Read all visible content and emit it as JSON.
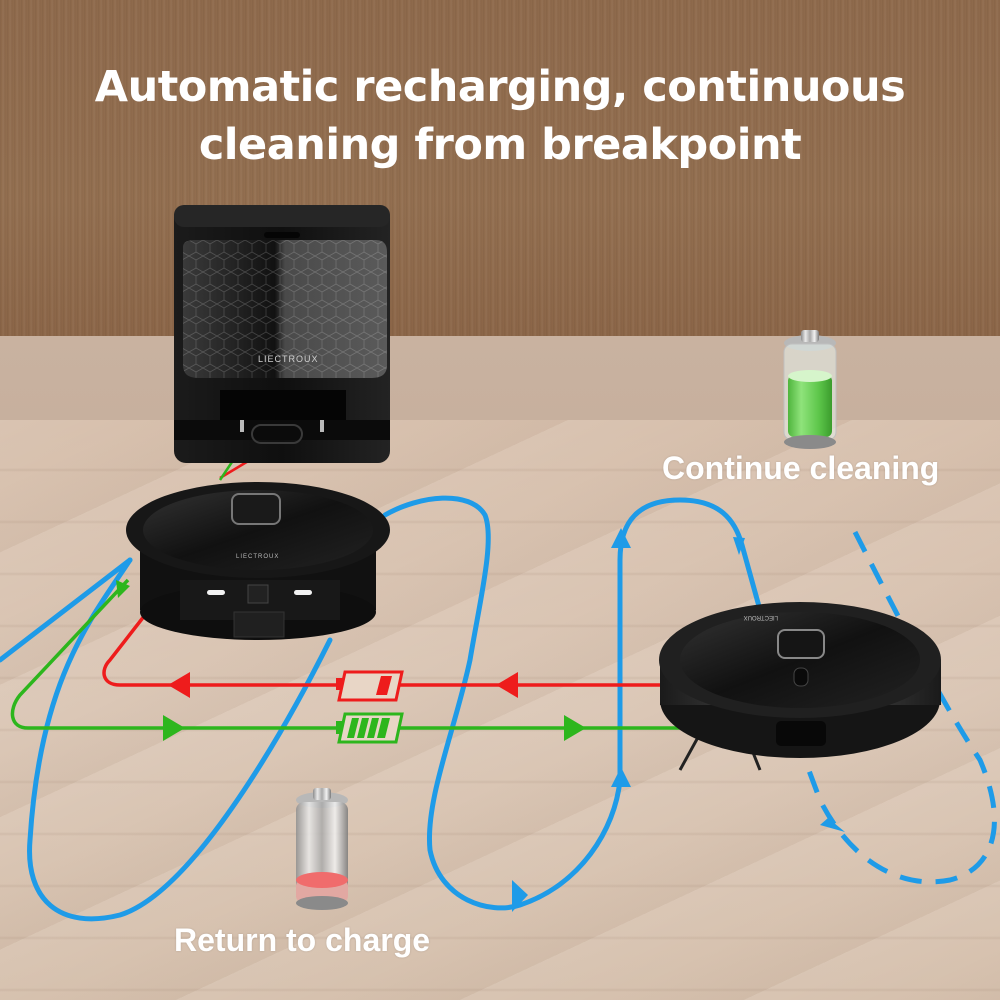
{
  "headline": {
    "line1": "Automatic recharging, continuous",
    "line2": "cleaning from breakpoint"
  },
  "labels": {
    "continue_cleaning": "Continue cleaning",
    "return_to_charge": "Return to charge"
  },
  "brand": {
    "dock_logo": "LIECTROUX",
    "robot_logo": "LIECTROUX"
  },
  "icons": {
    "battery_full": "battery-full-icon",
    "battery_low": "battery-low-icon",
    "battery_low_outline": "battery-low-outline-icon",
    "battery_full_outline": "battery-full-outline-icon"
  },
  "colors": {
    "path_blue": "#1e9be8",
    "return_red": "#ee1c1c",
    "resume_green": "#2db61d",
    "wall_brown": "#8f6a4c",
    "floor_beige": "#d7c0ad",
    "device_black": "#151515"
  }
}
